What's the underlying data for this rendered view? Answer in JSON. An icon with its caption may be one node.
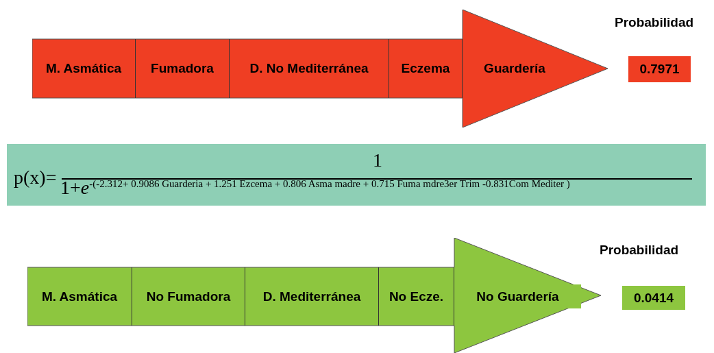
{
  "diagram": {
    "nodes": [
      {
        "text": [],
        "shape": "arrow"
      },
      {
        "text": [
          "M. Asmática"
        ],
        "in": 0
      },
      {
        "text": [
          "Fumadora"
        ],
        "in": 0
      },
      {
        "text": [
          "D. No Mediterránea"
        ],
        "in": 0
      },
      {
        "text": [
          "Eczema"
        ],
        "in": 0
      },
      {
        "text": [
          "Guardería"
        ],
        "in": 0
      },
      {
        "text": [
          "0.7971"
        ],
        "beside": [
          "Probabilidad"
        ]
      },
      {
        "text": [
          "p(x)=",
          "1",
          "1+*e*$^{-(-2.312+ 0.9086 Guarderia + 1.251 Ezcema + 0.806 Asma madre + 0.715 Fuma mdre3er Trim -0.831Com Mediter  )}$"
        ]
      },
      {
        "text": [],
        "shape": "arrow"
      },
      {
        "text": [
          "M. Asmática"
        ],
        "in": 8
      },
      {
        "text": [
          "No Fumadora"
        ],
        "in": 8
      },
      {
        "text": [
          "D. Mediterránea"
        ],
        "in": 8
      },
      {
        "text": [
          "No Ecze."
        ],
        "in": 8
      },
      {
        "text": [
          "No Guardería"
        ],
        "in": 8
      },
      {
        "text": [
          "0.0414"
        ],
        "beside": [
          "Probabilidad"
        ]
      }
    ]
  }
}
